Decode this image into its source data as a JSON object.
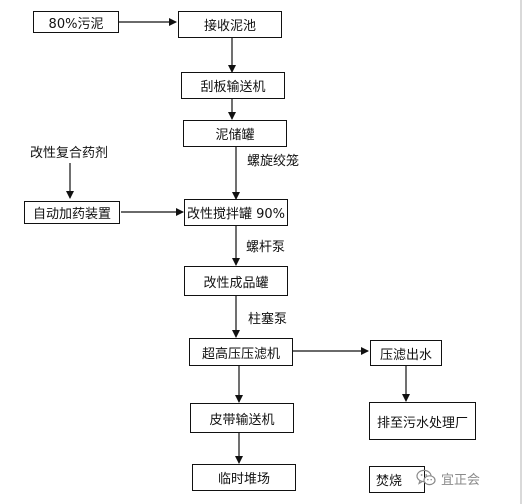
{
  "diagram": {
    "nodes": {
      "sludge_80": "80%污泥",
      "receiving_tank": "接收泥池",
      "scraper_conveyor": "刮板输送机",
      "sludge_storage_tank": "泥储罐",
      "modifier_agent": "改性复合药剂",
      "auto_dosing_device": "自动加药装置",
      "modification_mixing_tank": "改性搅拌罐 90%",
      "modified_product_tank": "改性成品罐",
      "ultra_high_pressure_filter_press": "超高压压滤机",
      "filtrate_water": "压滤出水",
      "to_wastewater_plant": "排至污水处理厂",
      "belt_conveyor": "皮带输送机",
      "temporary_storage": "临时堆场",
      "incineration": "焚烧"
    },
    "edge_labels": {
      "screw_conveyor": "螺旋绞笼",
      "screw_pump": "螺杆泵",
      "plunger_pump": "柱塞泵"
    }
  },
  "watermark": {
    "icon": "wechat-icon",
    "text": "宜正会",
    "color": "#8a8a8a"
  }
}
